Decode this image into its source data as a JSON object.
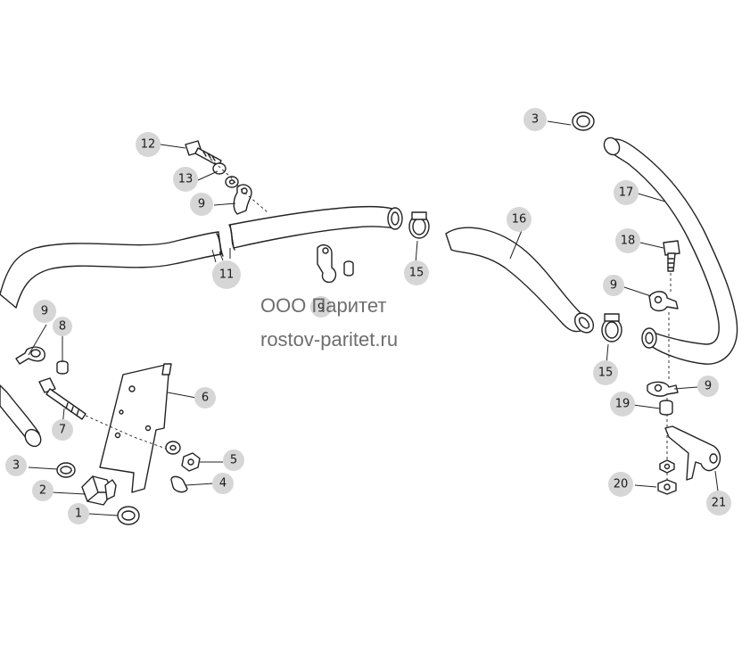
{
  "watermark": {
    "line1": "ООО Паритет",
    "line2": "rostov-paritet.ru"
  },
  "callouts": {
    "c1": "1",
    "c2": "2",
    "c3a": "3",
    "c3b": "3",
    "c4": "4",
    "c5": "5",
    "c6": "6",
    "c7": "7",
    "c8": "8",
    "c9a": "9",
    "c9b": "9",
    "c9c": "9",
    "c9d": "9",
    "c9e": "9",
    "c11": "11",
    "c12": "12",
    "c13": "13",
    "c15a": "15",
    "c15b": "15",
    "c16": "16",
    "c17": "17",
    "c18": "18",
    "c19": "19",
    "c20": "20",
    "c21": "21"
  }
}
